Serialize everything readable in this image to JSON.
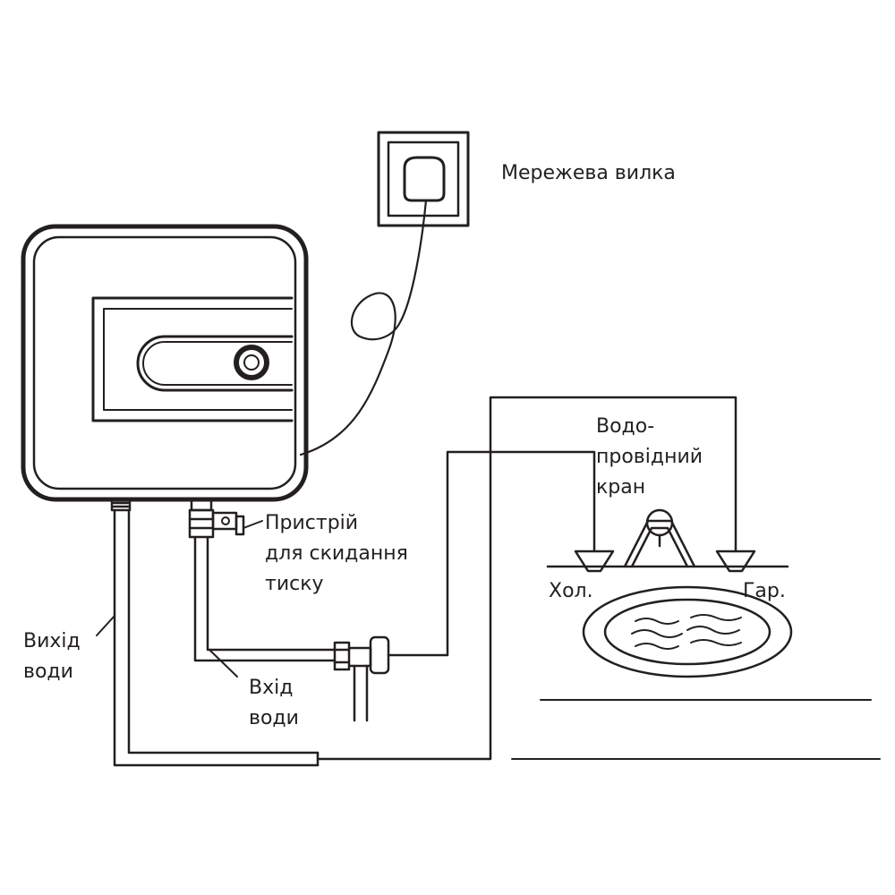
{
  "labels": {
    "mains_plug": "Мережева вилка",
    "pressure_relief": [
      "Пристрій",
      "для скидання",
      "тиску"
    ],
    "faucet": [
      "Водо-",
      "провідний",
      "кран"
    ],
    "water_outlet": [
      "Вихід",
      "води"
    ],
    "water_inlet": [
      "Вхід",
      "води"
    ],
    "cold": "Хол.",
    "hot": "Гар."
  },
  "colors": {
    "line": "#231f20",
    "background": "#ffffff"
  }
}
